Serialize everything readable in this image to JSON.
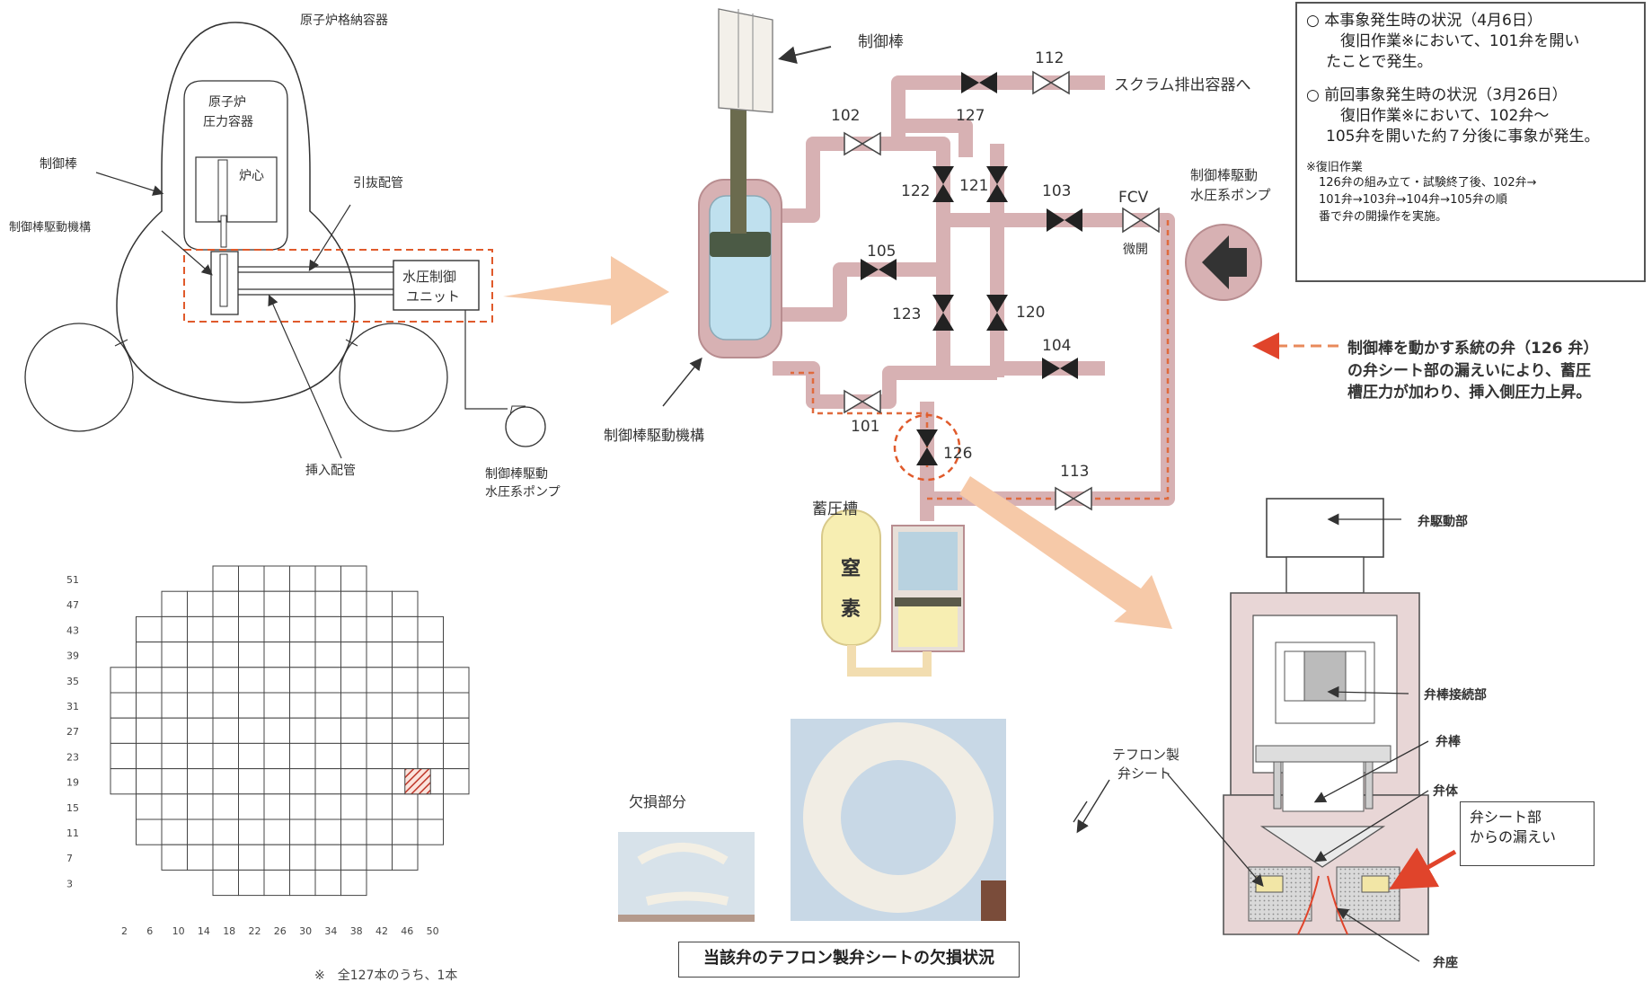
{
  "containment": {
    "vessel_label": "原子炉格納容器",
    "rpv_label_line1": "原子炉",
    "rpv_label_line2": "圧力容器",
    "core_label": "炉心",
    "control_rod_label": "制御棒",
    "crd_mechanism_label": "制御棒駆動機構",
    "withdraw_pipe_label": "引抜配管",
    "insert_pipe_label": "挿入配管",
    "hcu_label_line1": "水圧制御",
    "hcu_label_line2": "ユニット",
    "pump_label_line1": "制御棒駆動",
    "pump_label_line2": "水圧系ポンプ"
  },
  "hcu_diagram": {
    "control_rod_label": "制御棒",
    "crd_mechanism_label": "制御棒駆動機構",
    "to_scram_label": "スクラム排出容器へ",
    "pump_label_line1": "制御棒駆動",
    "pump_label_line2": "水圧系ポンプ",
    "fcv_label": "FCV",
    "fcv_state": "微開",
    "accumulator_label": "蓄圧槽",
    "nitrogen_char1": "窒",
    "nitrogen_char2": "素",
    "valves": [
      "112",
      "127",
      "102",
      "121",
      "122",
      "103",
      "105",
      "123",
      "120",
      "104",
      "101",
      "126",
      "113"
    ]
  },
  "info_box": {
    "item1_head": "○ 本事象発生時の状況（4月6日）",
    "item1_line2": "復旧作業※において、101弁を開い",
    "item1_line3": "たことで発生。",
    "item2_head": "○ 前回事象発生時の状況（3月26日）",
    "item2_line2": "復旧作業※において、102弁～",
    "item2_line3": "105弁を開いた約７分後に事象が発生。",
    "note_title": "※復旧作業",
    "note_line1": "126弁の組み立て・試験終了後、102弁→",
    "note_line2": "101弁→103弁→104弁→105弁の順",
    "note_line3": "番で弁の開操作を実施。"
  },
  "leak_note": {
    "line1": "制御棒を動かす系統の弁（126 弁）",
    "line2": "の弁シート部の漏えいにより、蓄圧",
    "line3": "槽圧力が加わり、挿入側圧力上昇。"
  },
  "core_map": {
    "y_labels": [
      "51",
      "47",
      "43",
      "39",
      "35",
      "31",
      "27",
      "23",
      "19",
      "15",
      "11",
      "7",
      "3"
    ],
    "x_labels": [
      "2",
      "6",
      "10",
      "14",
      "18",
      "22",
      "26",
      "30",
      "34",
      "38",
      "42",
      "46",
      "50"
    ],
    "highlighted_cell": {
      "x": "46",
      "y": "19"
    },
    "highlight_color": "#c0392b",
    "footnote": "※　全127本のうち、1本"
  },
  "photos": {
    "damaged_part_label": "欠損部分",
    "title": "当該弁のテフロン製弁シートの欠損状況"
  },
  "valve_section": {
    "actuator_label": "弁駆動部",
    "stem_connection_label": "弁棒接続部",
    "stem_label": "弁棒",
    "body_label": "弁体",
    "seat_label": "弁座",
    "teflon_seat_line1": "テフロン製",
    "teflon_seat_line2": "弁シート",
    "seat_leak_line1": "弁シート部",
    "seat_leak_line2": "からの漏えい"
  },
  "colors": {
    "pipe": "#d7b1b3",
    "pipe_dark": "#b88d90",
    "arrow_orange": "#f6c9a8",
    "leak_red": "#e0442b",
    "accumulator_yellow": "#f7eeb2",
    "water_blue": "#bfe0ee"
  }
}
